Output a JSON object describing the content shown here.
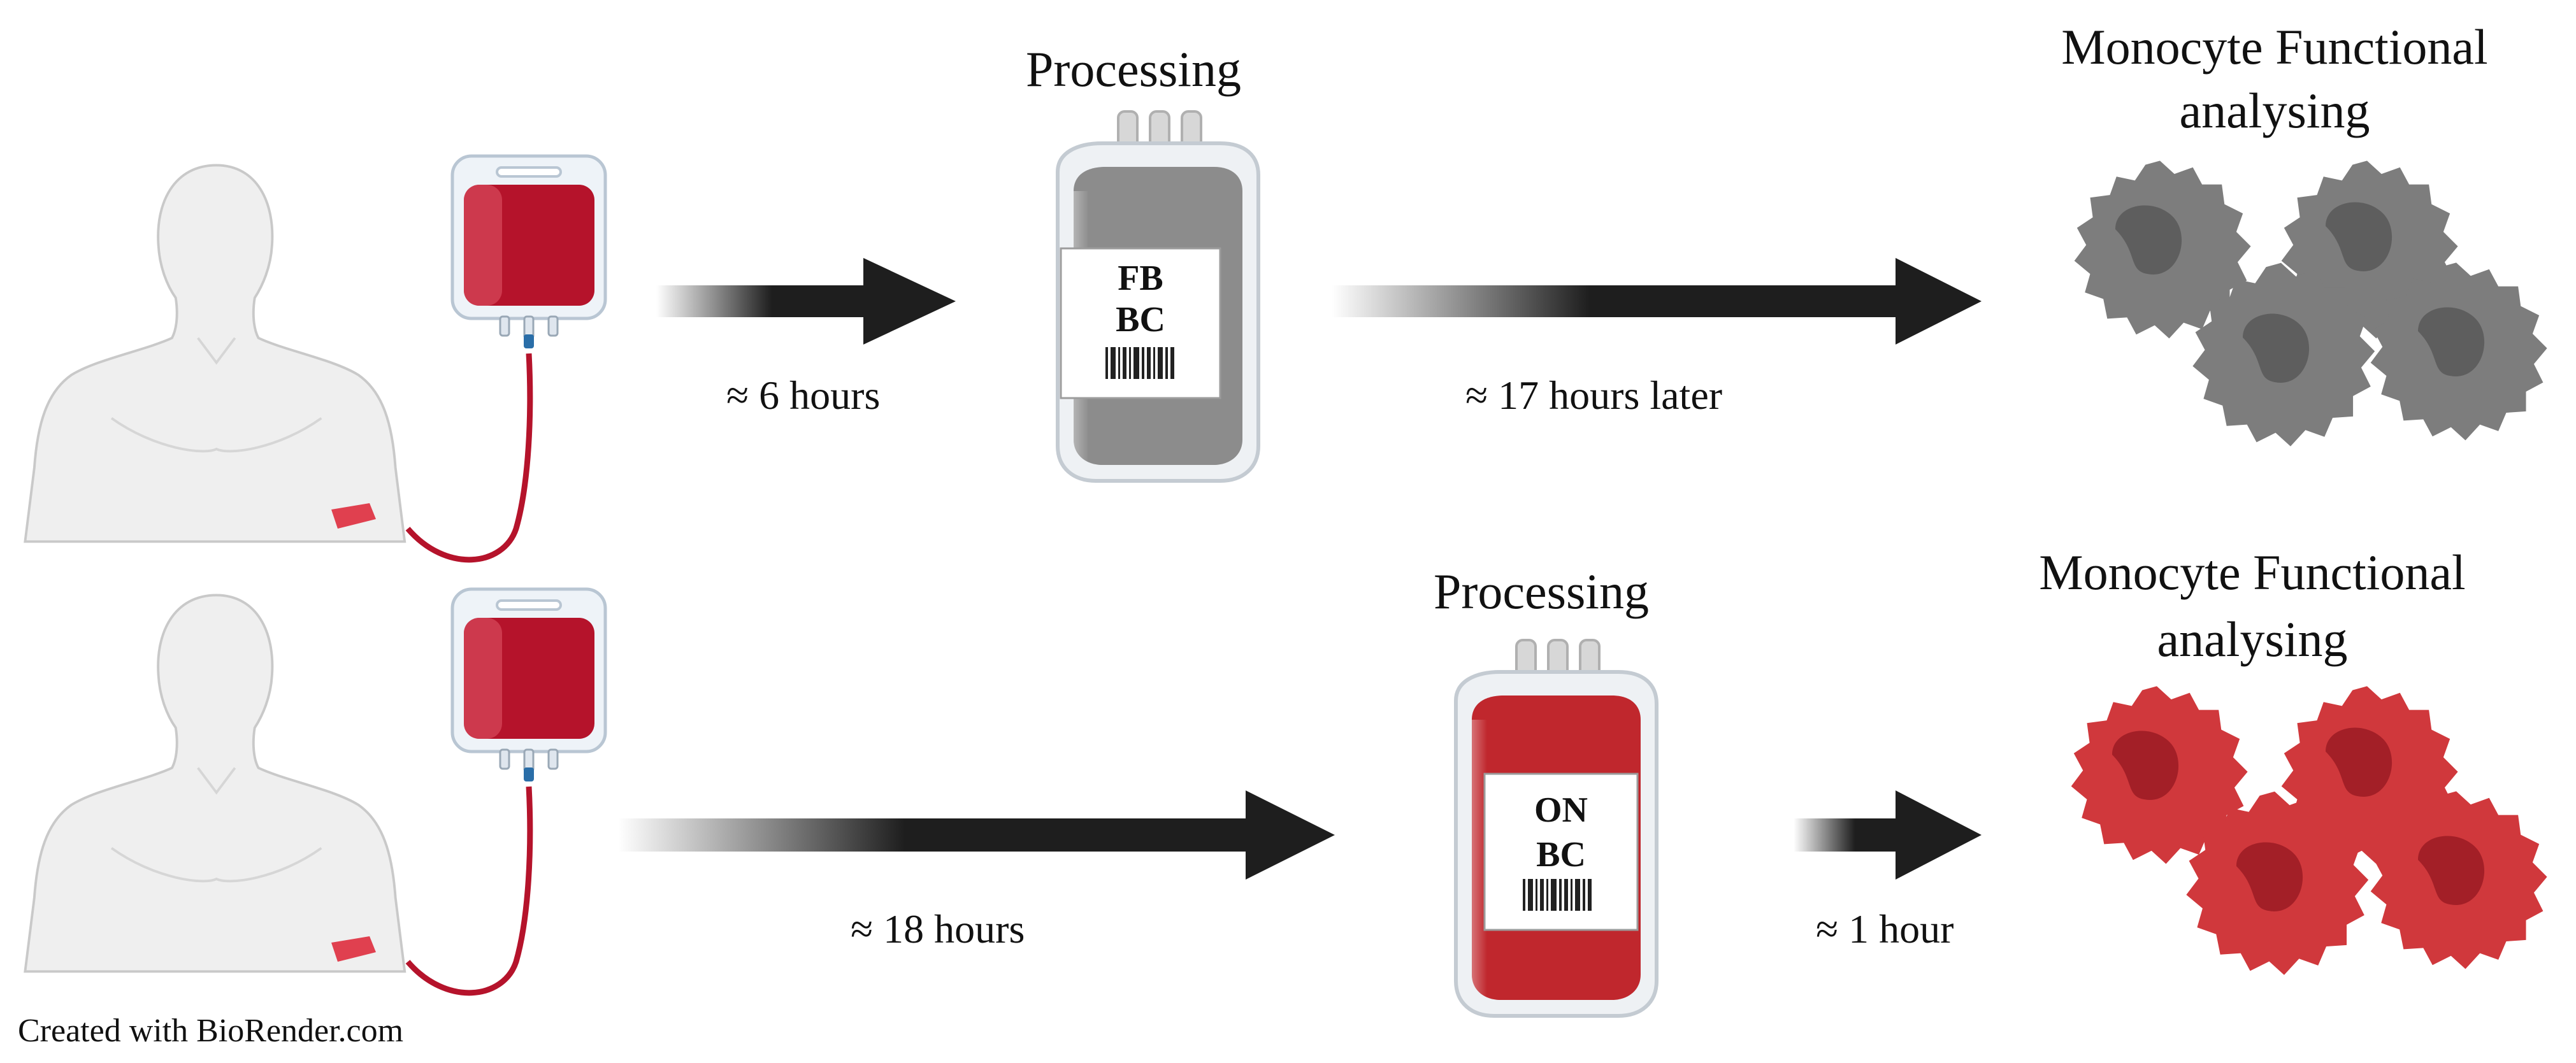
{
  "row1": {
    "arrow1_label": "≈ 6 hours",
    "processing_title": "Processing",
    "bag_label_line1": "FB",
    "bag_label_line2": "BC",
    "arrow2_label": "≈ 17 hours later",
    "result_title_line1": "Monocyte Functional",
    "result_title_line2": "analysing"
  },
  "row2": {
    "arrow1_label": "≈ 18 hours",
    "processing_title": "Processing",
    "bag_label_line1": "ON",
    "bag_label_line2": "BC",
    "arrow2_label": "≈ 1 hour",
    "result_title_line1": "Monocyte Functional",
    "result_title_line2": "analysing"
  },
  "footer": {
    "credit": "Created with BioRender.com"
  },
  "colors": {
    "blood_red": "#b5132b",
    "processed_gray": "#8c8c8c",
    "processed_red": "#c0272d",
    "cell_gray": "#7d7d7d",
    "cell_red": "#d0383c",
    "arrow": "#1e1e1e",
    "silhouette": "#efefef"
  },
  "icons": [
    "human-silhouette",
    "blood-bag",
    "processing-bag",
    "monocyte-cell"
  ]
}
